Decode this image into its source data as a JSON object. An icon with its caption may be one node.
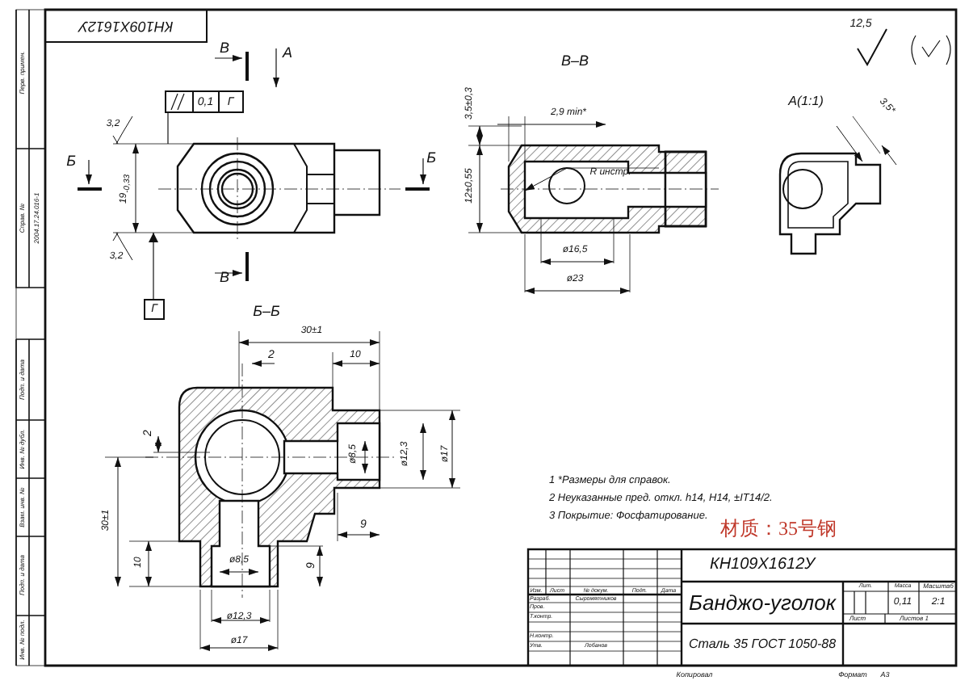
{
  "diagram": {
    "nodes": [
      {
        "text": [
          "0,1",
          "Г"
        ]
      },
      {
        "text": [
          "Г"
        ]
      }
    ],
    "edges": [
      {
        "from": 0,
        "to": null,
        "arrow": "none"
      },
      {
        "from": 1,
        "to": null,
        "arrow": "to"
      }
    ],
    "labels": [
      "КН109Х1612У",
      "В",
      "А",
      "Б",
      "Б",
      "В",
      "3,2",
      "3,2",
      "19$_{-0,33}$",
      "В–В",
      "3,5±0,3",
      "12±0,55",
      "2,9 min*",
      "R инстр.",
      "ø16,5",
      "ø23",
      "А(1:1)",
      "3,5*",
      "12,5",
      "Б–Б",
      "30±1",
      "2",
      "10",
      "2",
      "ø8,5",
      "ø12,3",
      "ø17",
      "9",
      "10",
      "9",
      "ø8,5",
      "ø12,3",
      "ø17",
      "30±1",
      "1 *Размеры для справок.",
      "2 Неуказанные пред. откл. h14, H14, ±IT14/2.",
      "3 Покрытие: Фосфатирование.",
      "材质：35号钢",
      "КН109Х1612У",
      "Банджо-уголок",
      "Сталь 35 ГОСТ 1050-88",
      "Лит.",
      "Масса",
      "Масштаб",
      "0,11",
      "2:1",
      "Лист",
      "Листов 1",
      "Изм.",
      "Лист",
      "№ докум.",
      "Подп.",
      "Дата",
      "Разраб.",
      "Сыромятников",
      "Пров.",
      "Т.контр.",
      "Н.контр.",
      "Утв.",
      "Лобанов",
      "Копировал",
      "Формат",
      "А3",
      "Перв. примен.",
      "Справ. №",
      "2004.17.24.016-1",
      "Подп. и дата",
      "Инв. № дубл.",
      "Взам. инв. №",
      "Подп. и дата",
      "Инв. № подл."
    ]
  }
}
